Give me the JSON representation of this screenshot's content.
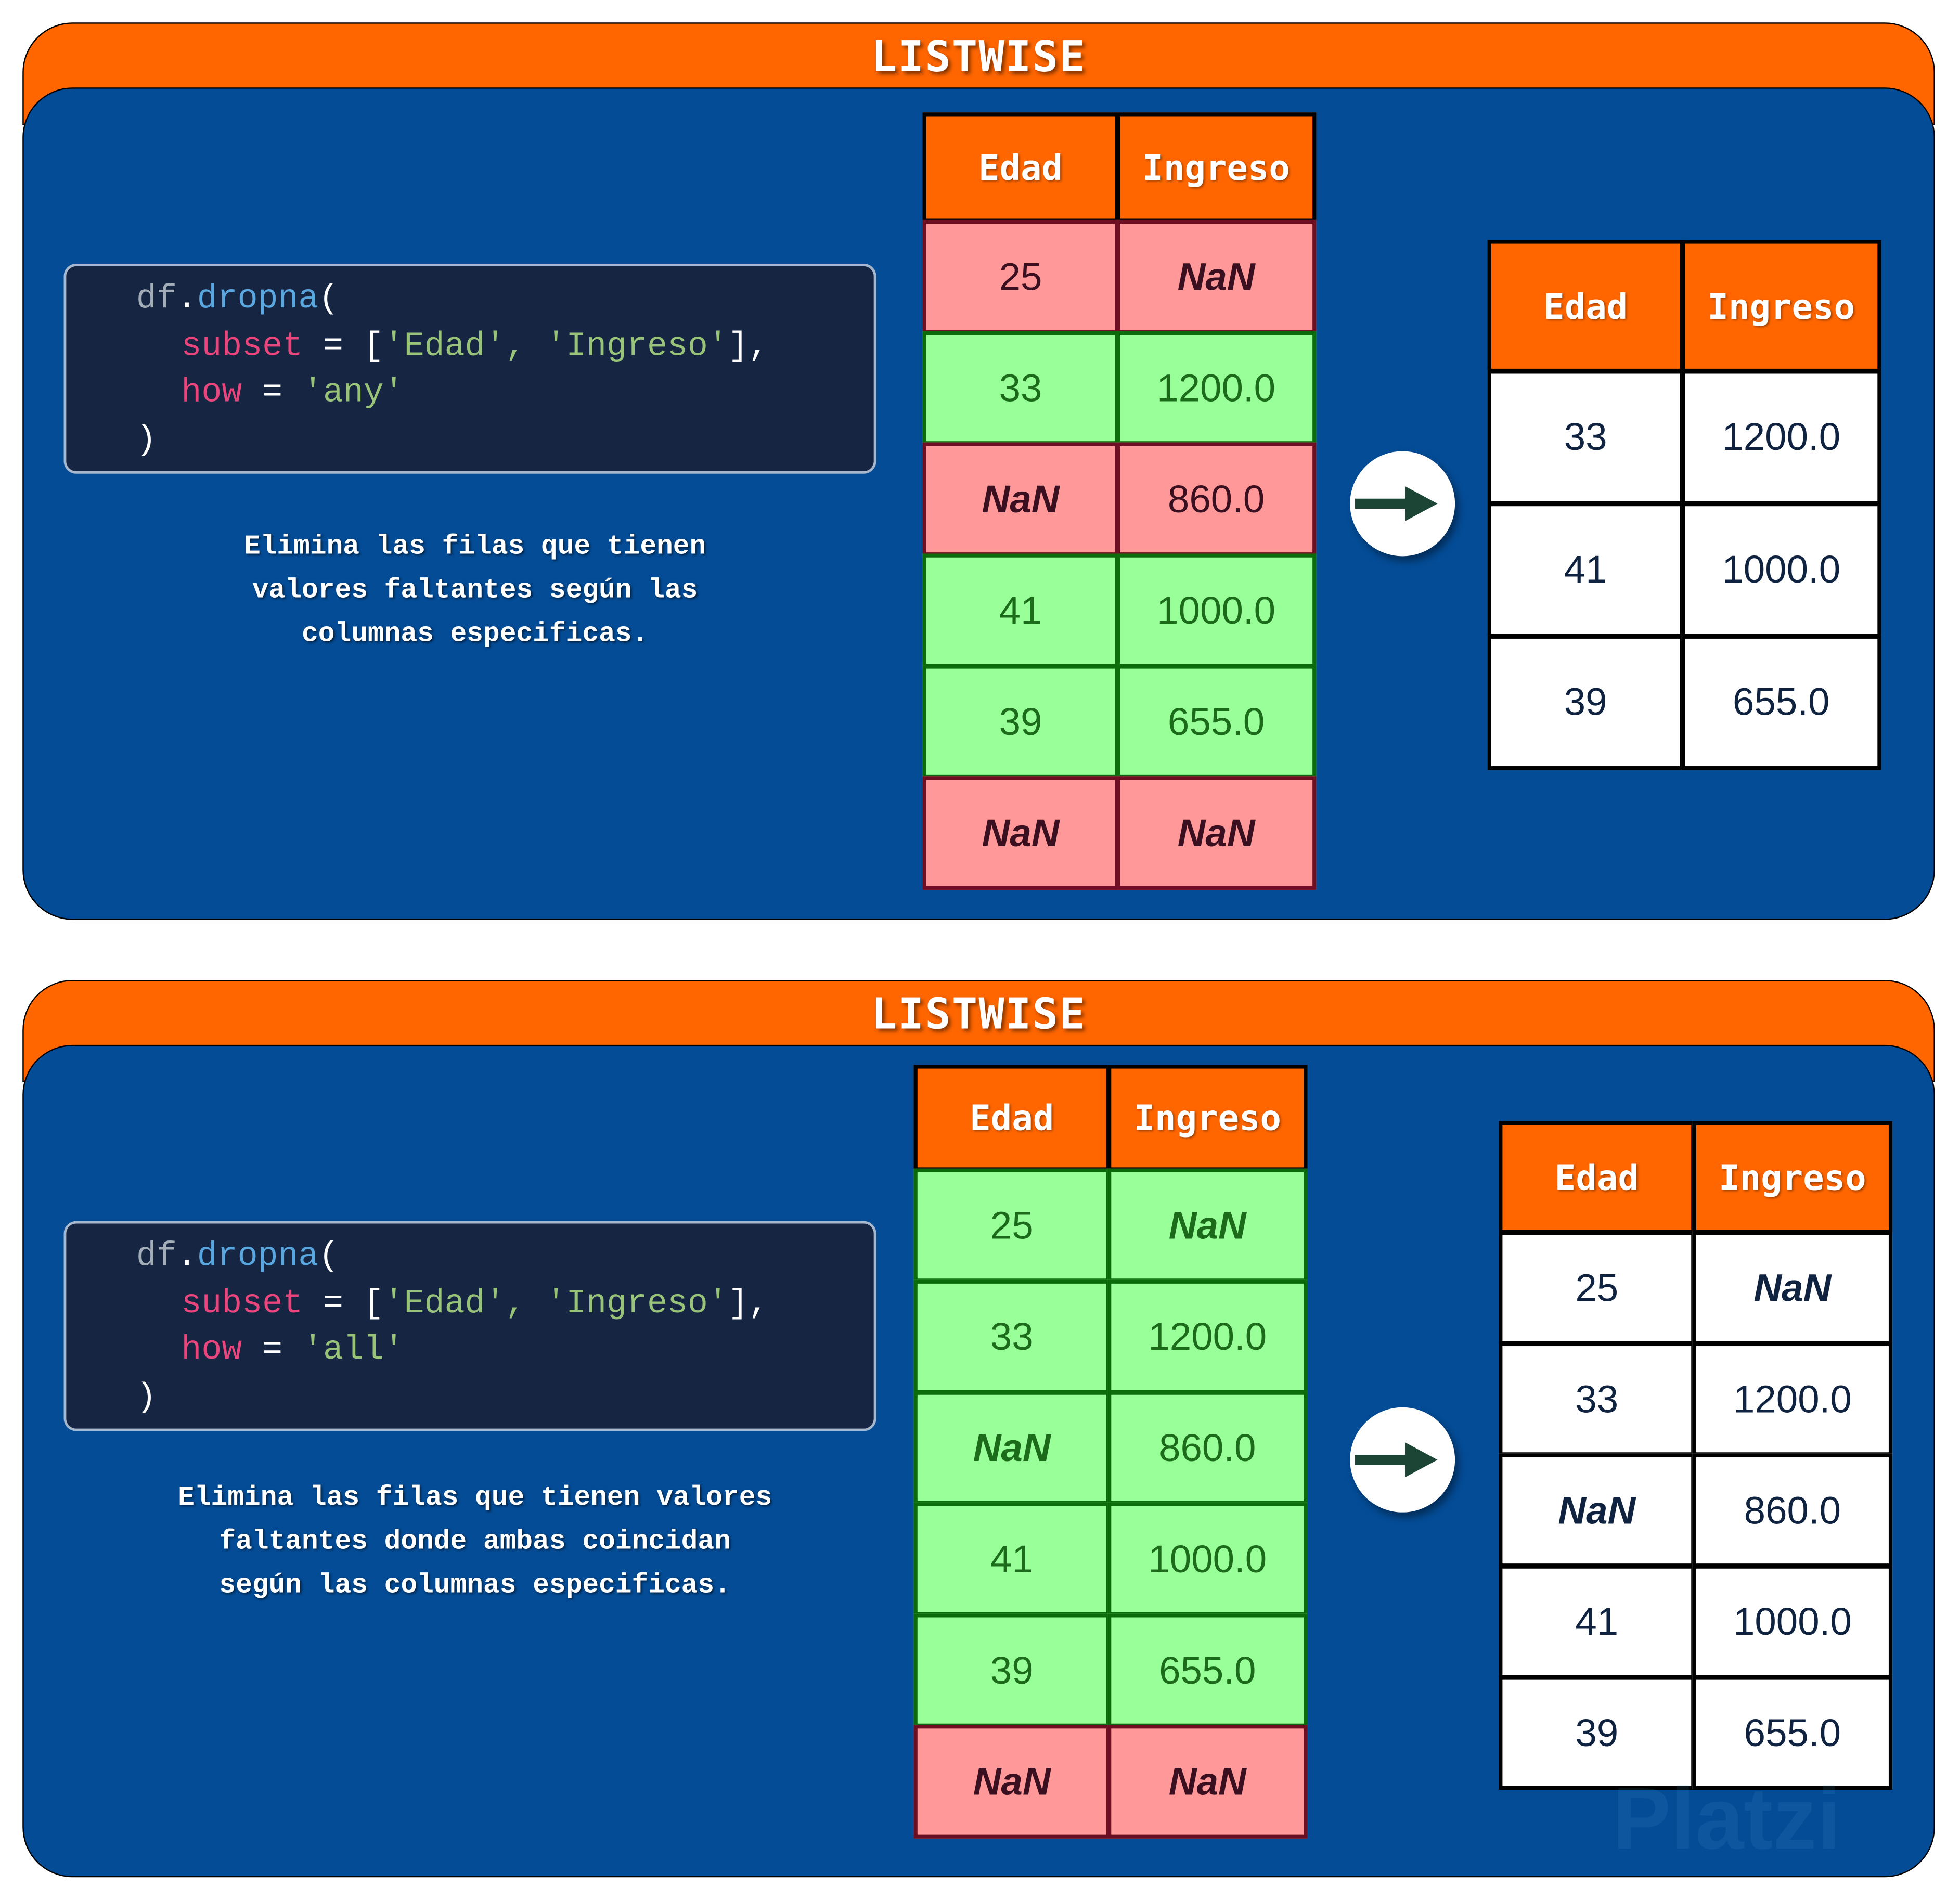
{
  "panels": [
    {
      "title": "LISTWISE",
      "code": {
        "l1a": "df",
        "l1b": ".",
        "l1c": "dropna",
        "l1d": "(",
        "l2a": "subset",
        "l2b": " = [",
        "l2c": "'Edad', 'Ingreso'",
        "l2d": "],",
        "l3a": "how",
        "l3b": " = ",
        "l3c": "'any'",
        "l4": ")"
      },
      "description": [
        "Elimina las filas que tienen",
        "valores faltantes según las",
        "columnas especificas."
      ],
      "input_table": {
        "headers": [
          "Edad",
          "Ingreso"
        ],
        "rows": [
          {
            "status": "drop",
            "cells": [
              "25",
              "NaN"
            ]
          },
          {
            "status": "keep",
            "cells": [
              "33",
              "1200.0"
            ]
          },
          {
            "status": "drop",
            "cells": [
              "NaN",
              "860.0"
            ]
          },
          {
            "status": "keep",
            "cells": [
              "41",
              "1000.0"
            ]
          },
          {
            "status": "keep",
            "cells": [
              "39",
              "655.0"
            ]
          },
          {
            "status": "drop",
            "cells": [
              "NaN",
              "NaN"
            ]
          }
        ]
      },
      "output_table": {
        "headers": [
          "Edad",
          "Ingreso"
        ],
        "rows": [
          [
            "33",
            "1200.0"
          ],
          [
            "41",
            "1000.0"
          ],
          [
            "39",
            "655.0"
          ]
        ]
      }
    },
    {
      "title": "LISTWISE",
      "code": {
        "l1a": "df",
        "l1b": ".",
        "l1c": "dropna",
        "l1d": "(",
        "l2a": "subset",
        "l2b": " = [",
        "l2c": "'Edad', 'Ingreso'",
        "l2d": "],",
        "l3a": "how",
        "l3b": " = ",
        "l3c": "'all'",
        "l4": ")"
      },
      "description": [
        "Elimina las filas que tienen valores",
        "faltantes donde ambas coincidan",
        "según las columnas especificas."
      ],
      "input_table": {
        "headers": [
          "Edad",
          "Ingreso"
        ],
        "rows": [
          {
            "status": "keep",
            "cells": [
              "25",
              "NaN"
            ]
          },
          {
            "status": "keep",
            "cells": [
              "33",
              "1200.0"
            ]
          },
          {
            "status": "keep",
            "cells": [
              "NaN",
              "860.0"
            ]
          },
          {
            "status": "keep",
            "cells": [
              "41",
              "1000.0"
            ]
          },
          {
            "status": "keep",
            "cells": [
              "39",
              "655.0"
            ]
          },
          {
            "status": "drop",
            "cells": [
              "NaN",
              "NaN"
            ]
          }
        ]
      },
      "output_table": {
        "headers": [
          "Edad",
          "Ingreso"
        ],
        "rows": [
          [
            "25",
            "NaN"
          ],
          [
            "33",
            "1200.0"
          ],
          [
            "NaN",
            "860.0"
          ],
          [
            "41",
            "1000.0"
          ],
          [
            "39",
            "655.0"
          ]
        ]
      }
    }
  ],
  "watermark": "Platzi",
  "colors": {
    "orange": "#FF6600",
    "navy": "#044C96",
    "drop": "#FF9999",
    "keep": "#99FF99"
  }
}
